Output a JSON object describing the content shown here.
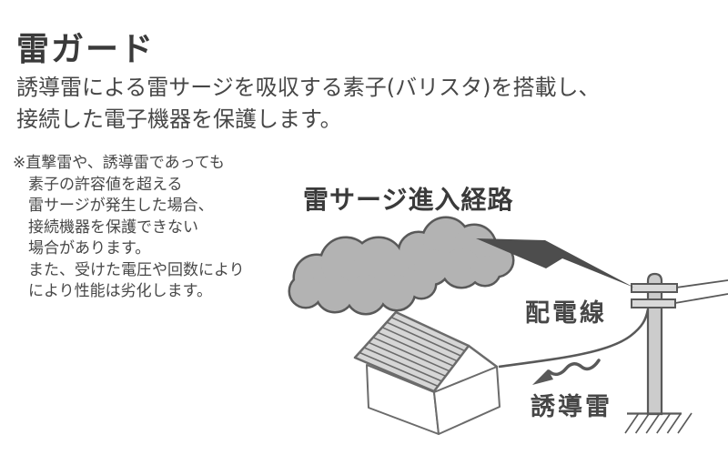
{
  "title": "雷ガード",
  "description": {
    "lines": [
      "誘導雷による雷サージを吸収する素子(バリスタ)を搭載し、",
      "接続した電子機器を保護します。"
    ]
  },
  "note": {
    "lines": [
      "※直撃雷や、誘導雷であっても",
      "素子の許容値を超える",
      "雷サージが発生した場合、",
      "接続機器を保護できない",
      "場合があります。",
      "また、受けた電圧や回数により",
      "により性能は劣化します。"
    ]
  },
  "diagram": {
    "heading": "雷サージ進入経路",
    "labels": {
      "distribution_line": "配電線",
      "induced_lightning": "誘導雷"
    },
    "elements": {
      "cloud": "storm-cloud",
      "lightning": "lightning-bolt",
      "house": "house-with-striped-roof",
      "pole": "utility-pole-with-ground",
      "wire": "drop-line-from-pole-to-house",
      "arrow": "induced-surge-wavy-arrow"
    },
    "colors": {
      "text": "#474747",
      "heading_text": "#3a3a3a",
      "cloud_fill": "#b3b3b3",
      "outline": "#595959",
      "bolt_fill": "#4d4d4d",
      "roof_fill": "#d6d6d6",
      "pole_fill": "#cccccc",
      "background": "#ffffff"
    }
  }
}
